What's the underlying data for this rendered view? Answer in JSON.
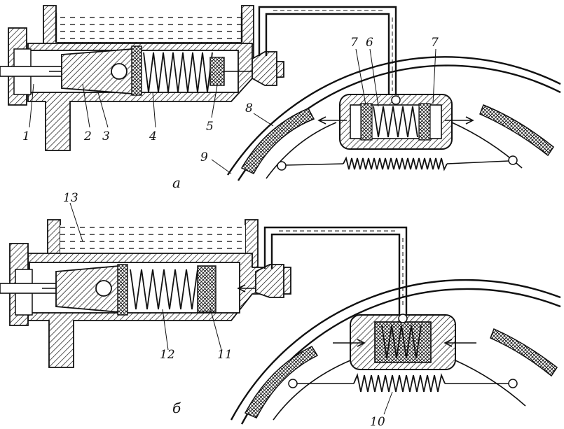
{
  "diagram": {
    "captions": {
      "top": "а",
      "bottom": "б"
    },
    "top_labels": [
      "1",
      "2",
      "3",
      "4",
      "5",
      "6",
      "7",
      "7",
      "8",
      "9"
    ],
    "bottom_labels": [
      "10",
      "11",
      "12",
      "13"
    ]
  }
}
